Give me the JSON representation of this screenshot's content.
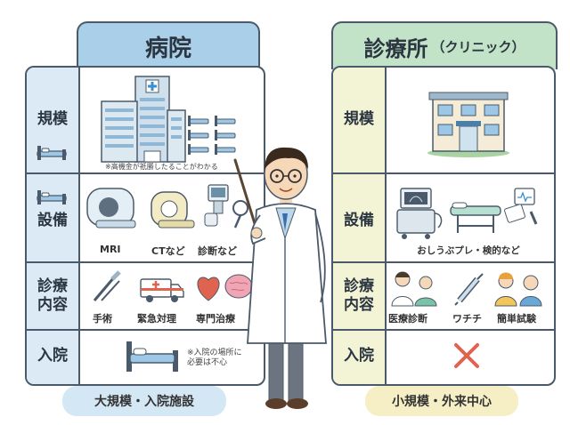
{
  "hospital": {
    "title": "病院",
    "rows": {
      "scale": "規模",
      "equipment": "設備",
      "care": "診療\n内容",
      "admission": "入院"
    },
    "scale_note": "※高機金が祇勝したることがわかる",
    "equipment_items": [
      "MRI",
      "CTなど",
      "診断など"
    ],
    "care_items": [
      "手術",
      "緊急対理",
      "専門治療"
    ],
    "admission_note": "※入院の場所に\n必要は不心",
    "summary": "大規模・入院施設"
  },
  "clinic": {
    "title": "診療所",
    "title_sub": "（クリニック）",
    "rows": {
      "scale": "規模",
      "equipment": "設備",
      "care": "診療\n内容",
      "admission": "入院"
    },
    "equipment_caption": "おしうぶプレ・検的など",
    "care_items": [
      "医療診断",
      "ワチチ",
      "簡単試験"
    ],
    "summary": "小規模・外来中心"
  },
  "colors": {
    "hospital_header": "#a9cfe9",
    "clinic_header": "#c3e3c8",
    "hospital_label_col": "#dbeaf5",
    "clinic_label_col": "#f3f4d6",
    "no_mark": "#e0634f"
  },
  "icons": {
    "hospital_scale": "hospital-building-icon",
    "hospital_bed": "bed-icon",
    "clinic_scale": "clinic-building-icon",
    "clinic_admission": "cross-mark-icon"
  }
}
